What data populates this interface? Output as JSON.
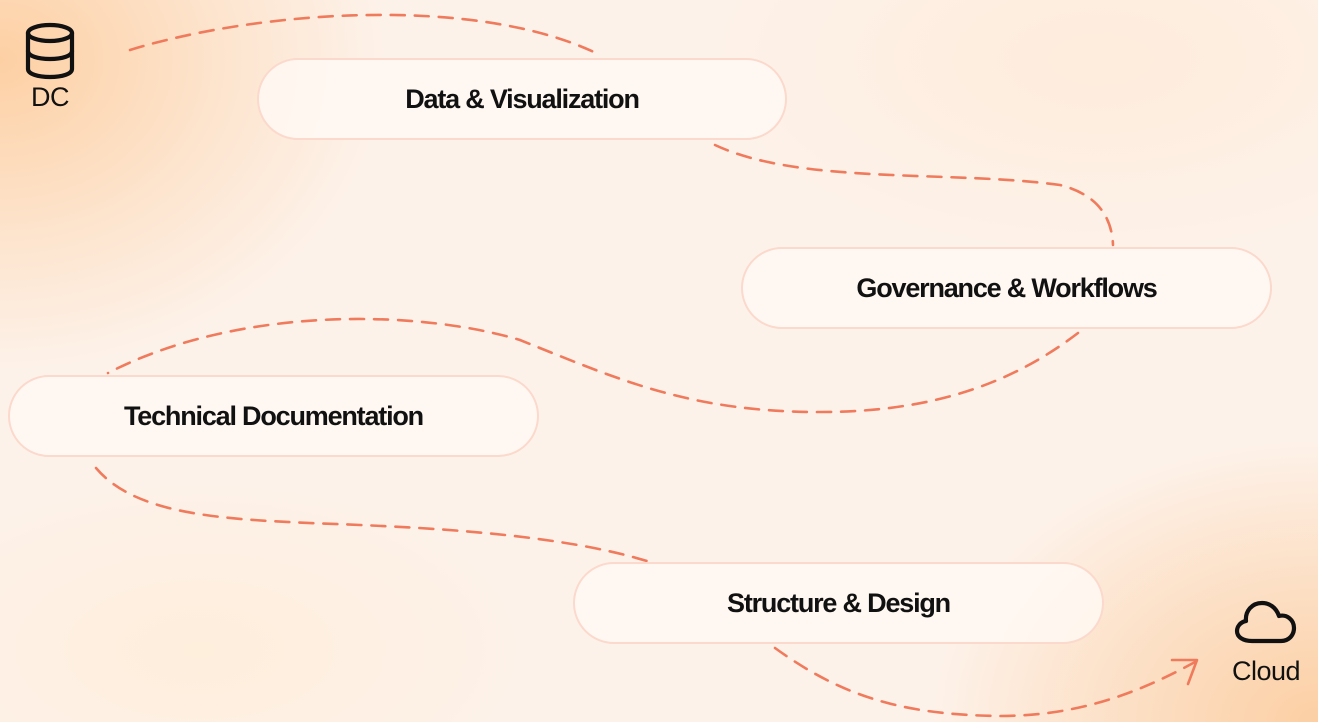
{
  "source": {
    "label": "DC",
    "icon": "database-icon"
  },
  "target": {
    "label": "Cloud",
    "icon": "cloud-icon"
  },
  "steps": [
    {
      "label": "Data & Visualization"
    },
    {
      "label": "Governance & Workflows"
    },
    {
      "label": "Technical Documentation"
    },
    {
      "label": "Structure & Design"
    }
  ],
  "colors": {
    "path": "#f07a5c",
    "pill_border": "#fbd9cc",
    "text": "#111111"
  }
}
